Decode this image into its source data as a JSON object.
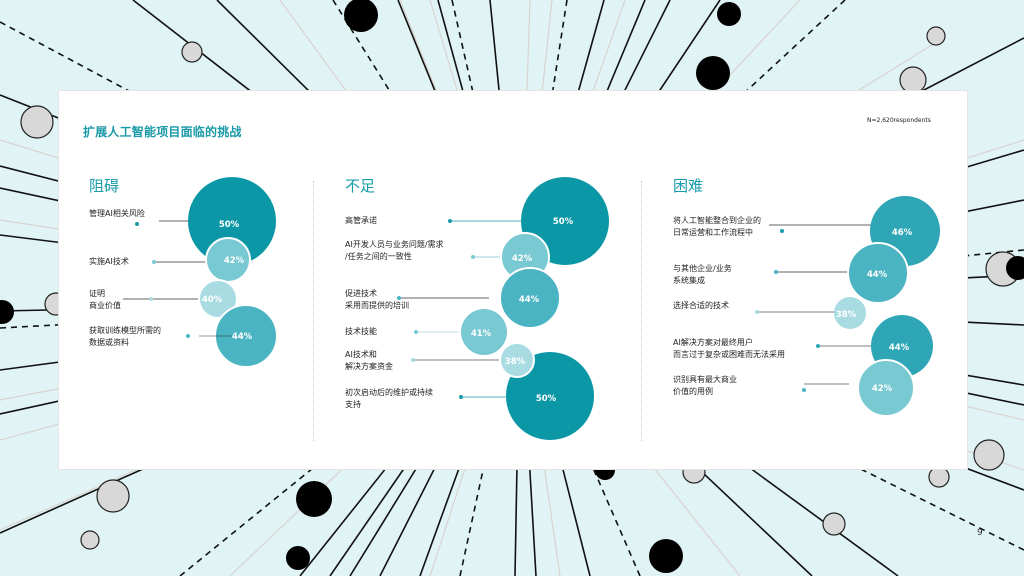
{
  "slide": {
    "title": "扩展人工智能项目面临的挑战",
    "note": "N=2,620respondents",
    "page_number": "9"
  },
  "colors": {
    "title": "#1a9aa8",
    "teal_dark": "#0c97a7",
    "teal_mid": "#2ea6b6",
    "teal_blue": "#4bb4c3",
    "teal_light": "#79c9d3",
    "teal_pale": "#a9dbe2",
    "background": "#e0f3f5"
  },
  "columns": [
    {
      "heading": "阻碍",
      "items": [
        {
          "label": "管理AI相关风险",
          "value": "50%"
        },
        {
          "label": "实施AI技术",
          "value": "42%"
        },
        {
          "label": "证明\n商业价值",
          "value": "40%"
        },
        {
          "label": "获取训练模型所需的\n数据或资料",
          "value": "44%"
        }
      ]
    },
    {
      "heading": "不足",
      "items": [
        {
          "label": "高管承诺",
          "value": "50%"
        },
        {
          "label": "AI开发人员与业务问题/需求\n/任务之间的一致性",
          "value": "42%"
        },
        {
          "label": "促进技术\n采用而提供的培训",
          "value": "44%"
        },
        {
          "label": "技术技能",
          "value": "41%"
        },
        {
          "label": "AI技术和\n解决方案资金",
          "value": "38%"
        },
        {
          "label": "初次启动后的维护或持续\n支持",
          "value": "50%"
        }
      ]
    },
    {
      "heading": "困难",
      "items": [
        {
          "label": "将人工智能整合到企业的\n日常运营和工作流程中",
          "value": "46%"
        },
        {
          "label": "与其他企业/业务\n系统集成",
          "value": "44%"
        },
        {
          "label": "选择合适的技术",
          "value": "38%"
        },
        {
          "label": "AI解决方案对最终用户\n而言过于复杂或困难而无法采用",
          "value": "44%"
        },
        {
          "label": "识别具有最大商业\n价值的用例",
          "value": "42%"
        }
      ]
    }
  ],
  "chart_data": {
    "type": "bubble",
    "title": "扩展人工智能项目面临的挑战",
    "subtitle": "N=2,620respondents",
    "unit": "% of respondents",
    "groups": [
      {
        "name": "阻碍",
        "categories": [
          "管理AI相关风险",
          "实施AI技术",
          "证明商业价值",
          "获取训练模型所需的数据或资料"
        ],
        "values": [
          50,
          42,
          40,
          44
        ]
      },
      {
        "name": "不足",
        "categories": [
          "高管承诺",
          "AI开发人员与业务问题/需求/任务之间的一致性",
          "促进技术采用而提供的培训",
          "技术技能",
          "AI技术和解决方案资金",
          "初次启动后的维护或持续支持"
        ],
        "values": [
          50,
          42,
          44,
          41,
          38,
          50
        ]
      },
      {
        "name": "困难",
        "categories": [
          "将人工智能整合到企业的日常运营和工作流程中",
          "与其他企业/业务系统集成",
          "选择合适的技术",
          "AI解决方案对最终用户而言过于复杂或困难而无法采用",
          "识别具有最大商业价值的用例"
        ],
        "values": [
          46,
          44,
          38,
          44,
          42
        ]
      }
    ]
  }
}
